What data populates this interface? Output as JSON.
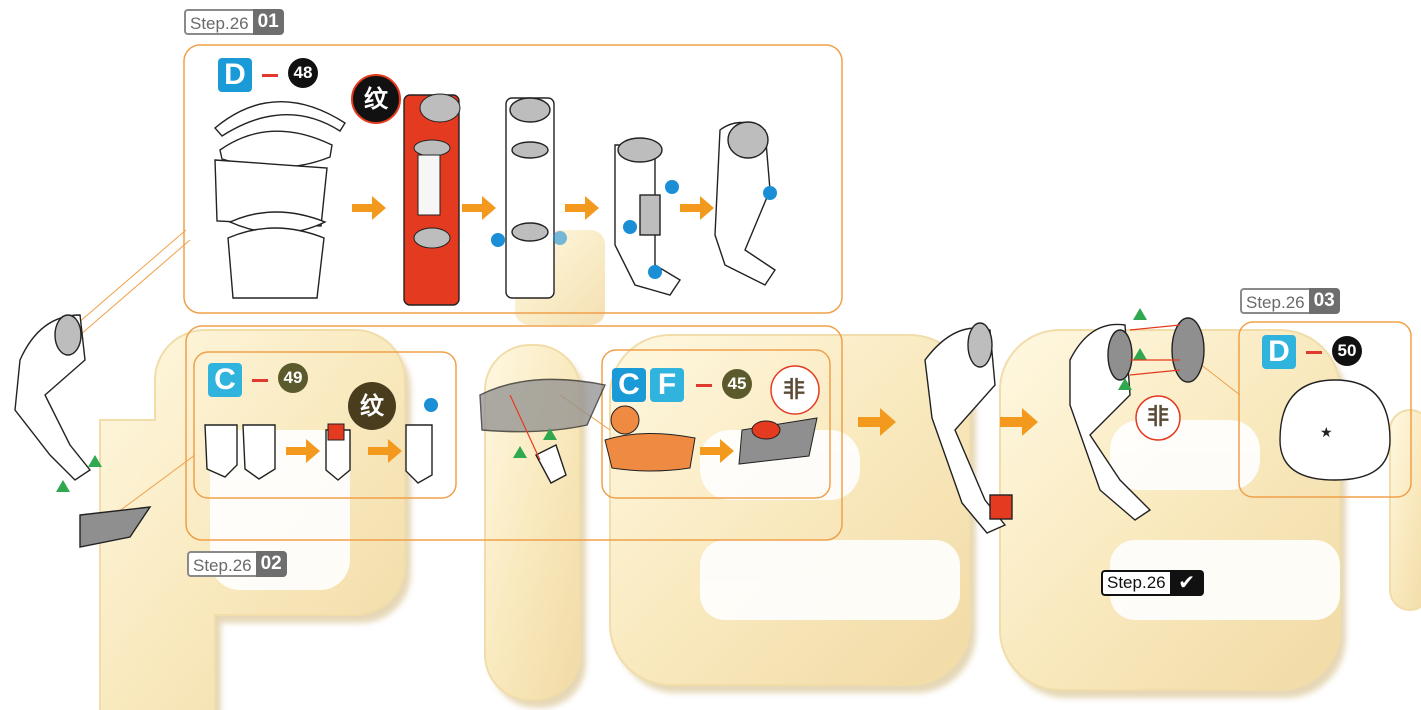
{
  "steps": {
    "s01": {
      "label": "Step.26",
      "num": "01"
    },
    "s02": {
      "label": "Step.26",
      "num": "02"
    },
    "s03": {
      "label": "Step.26",
      "num": "03"
    },
    "done": {
      "label": "Step.26",
      "mark": "✔"
    }
  },
  "part_refs": {
    "d48": {
      "letter": "D",
      "number": "48"
    },
    "c49": {
      "letter": "C",
      "number": "49"
    },
    "cf45": {
      "letter1": "C",
      "letter2": "F",
      "number": "45"
    },
    "d50": {
      "letter": "D",
      "number": "50"
    }
  },
  "marks": {
    "wen": "纹",
    "fei": "非"
  },
  "colors": {
    "frame_orange": "#f0a04a",
    "arrow_orange": "#f39a1e",
    "part_red": "#e43a1f",
    "glue_dot_blue": "#1a8fd6",
    "triangle_green": "#2fa84f",
    "part_gray": "#bdbdbd",
    "watermark_gold": "#f2d58a"
  },
  "icons": [
    "arrow-right-icon",
    "glue-dot-icon",
    "triangle-marker-icon",
    "star-icon",
    "check-icon"
  ]
}
